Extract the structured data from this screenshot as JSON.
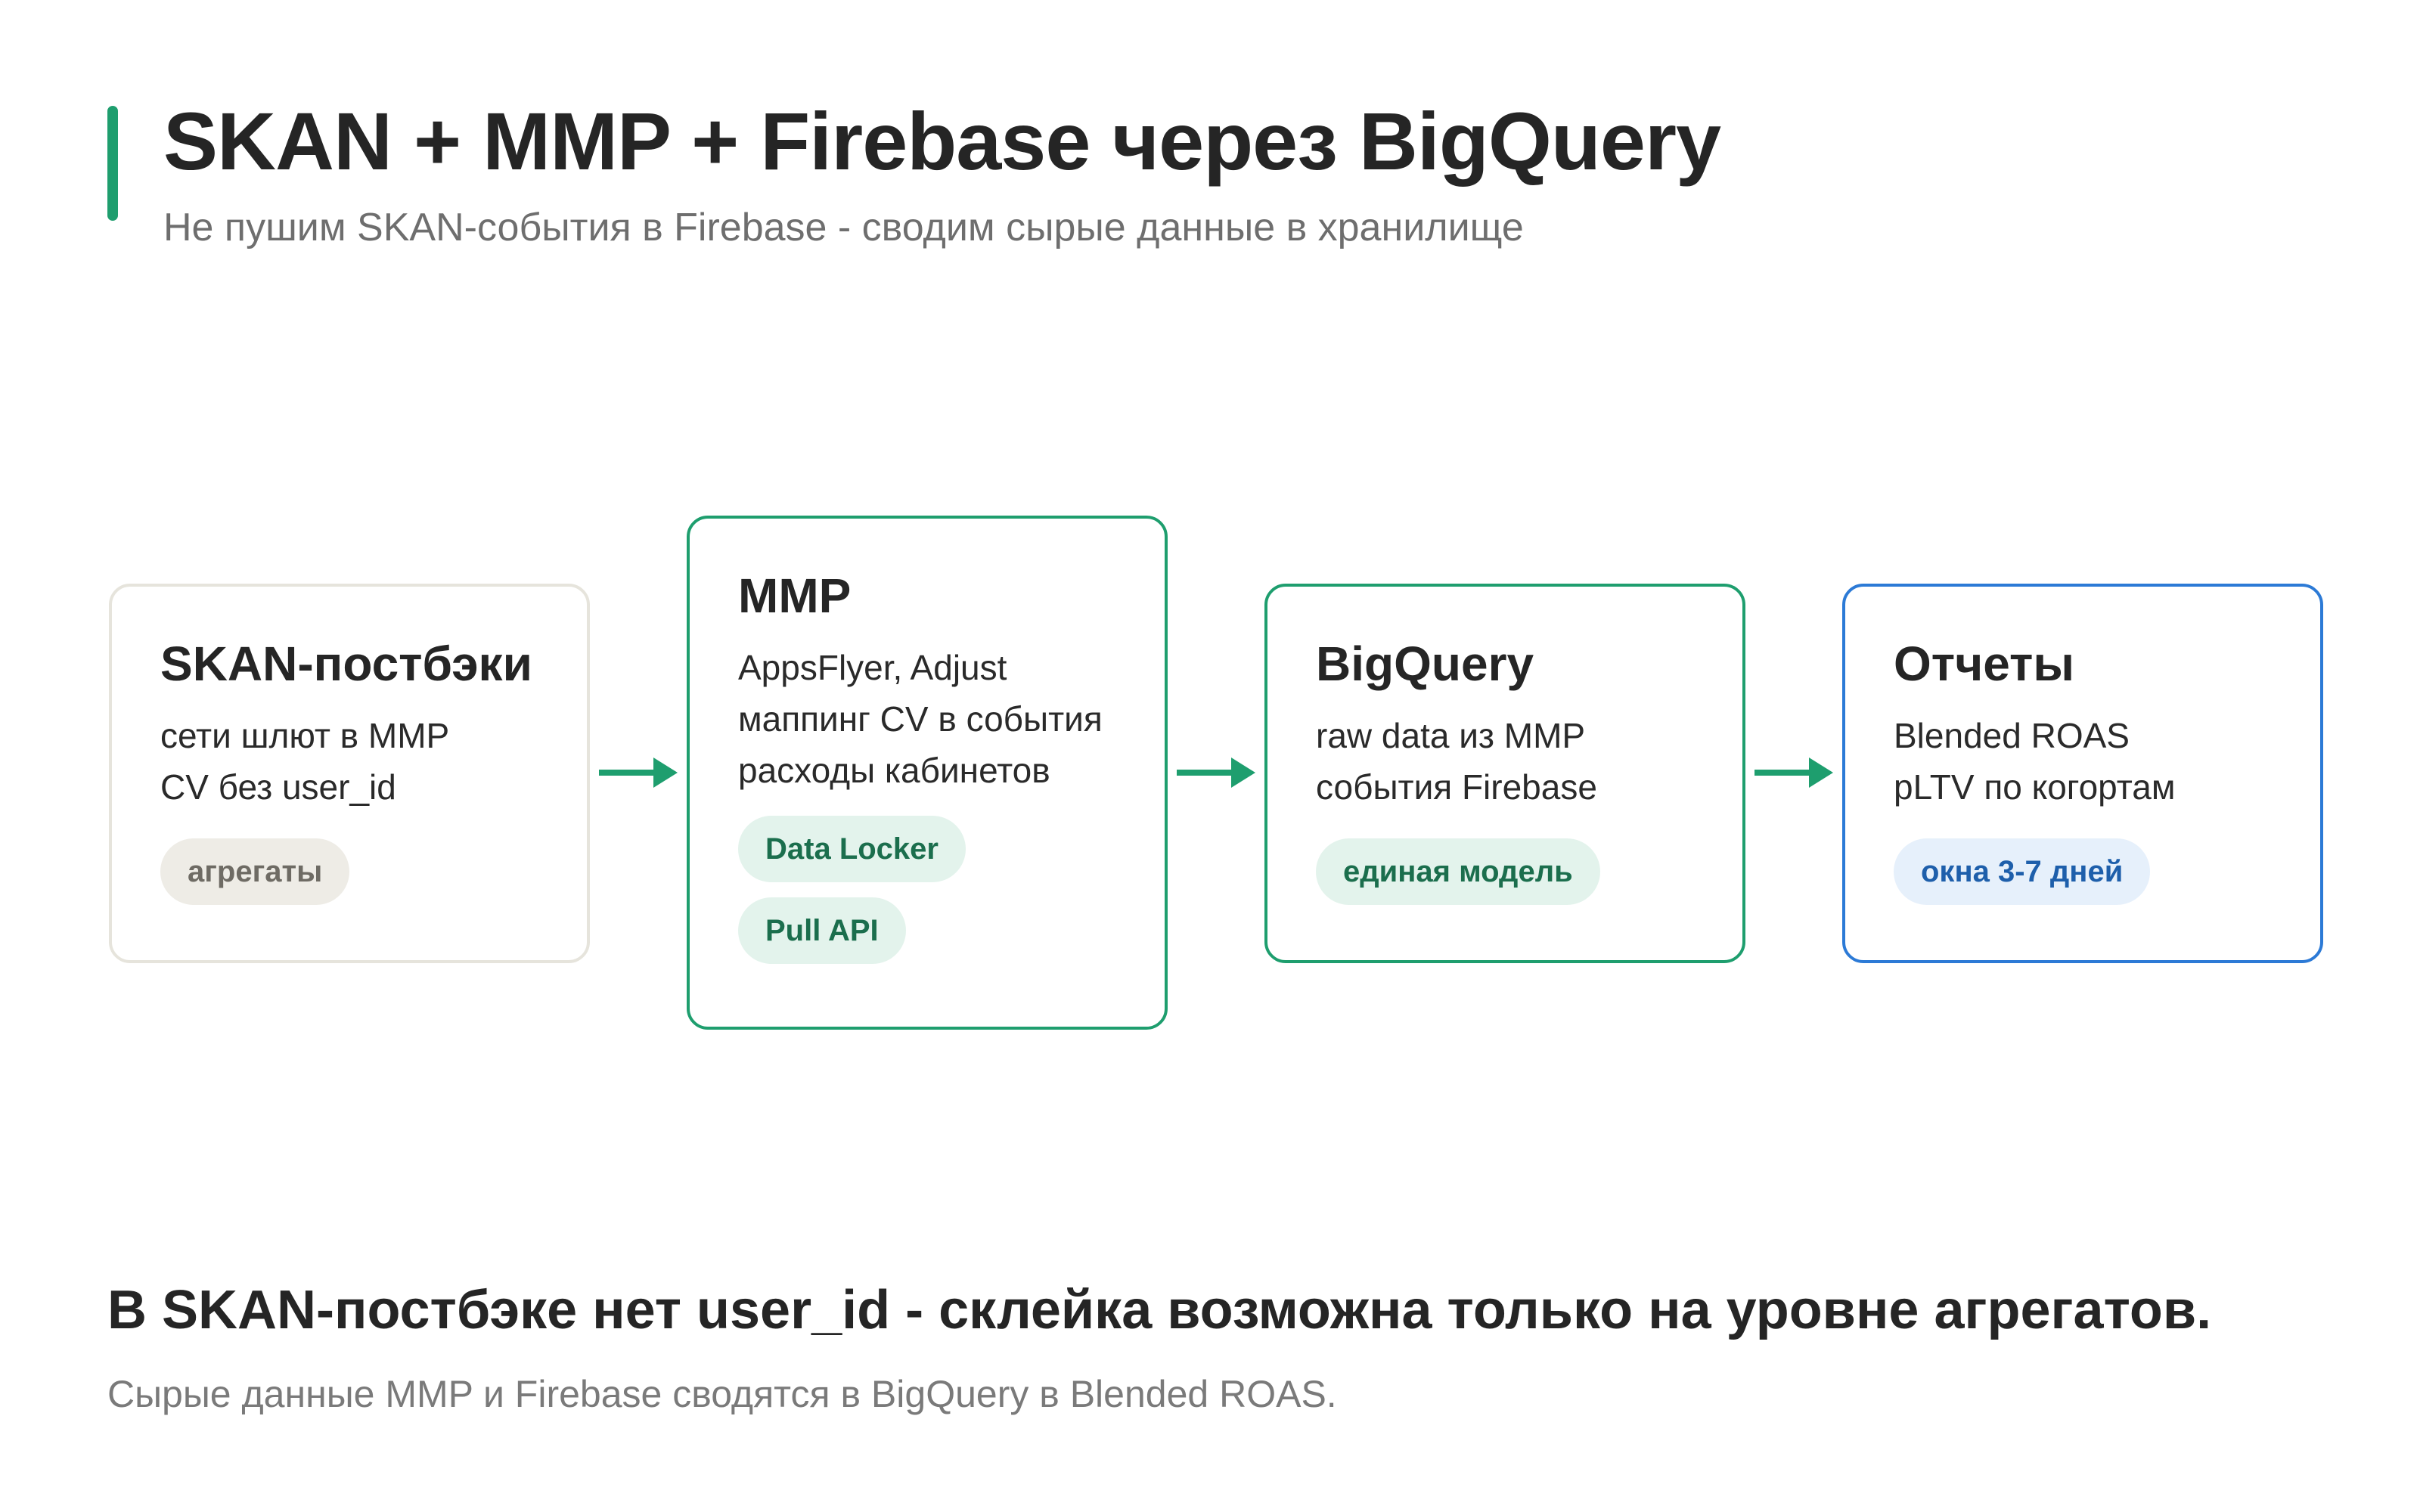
{
  "header": {
    "title": "SKAN + MMP + Firebase через BigQuery",
    "subtitle": "Не пушим SKAN-события в Firebase - сводим сырые данные в хранилище"
  },
  "colors": {
    "accent": "#1e9e6e",
    "neutral_border": "#e6e4dc",
    "blue": "#2c7ad6"
  },
  "flow": {
    "nodes": [
      {
        "title": "SKAN-постбэки",
        "lines": [
          "сети шлют в MMP",
          "CV без user_id"
        ],
        "tags": [
          "агрегаты"
        ]
      },
      {
        "title": "MMP",
        "lines": [
          "AppsFlyer, Adjust",
          "маппинг CV в события",
          "расходы кабинетов"
        ],
        "tags": [
          "Data Locker",
          "Pull API"
        ]
      },
      {
        "title": "BigQuery",
        "lines": [
          "raw data из MMP",
          "события Firebase"
        ],
        "tags": [
          "единая модель"
        ]
      },
      {
        "title": "Отчеты",
        "lines": [
          "Blended ROAS",
          "pLTV по когортам"
        ],
        "tags": [
          "окна 3-7 дней"
        ]
      }
    ]
  },
  "footer": {
    "main": "В SKAN-постбэке нет user_id - склейка возможна только на уровне агрегатов.",
    "sub": "Сырые данные MMP и Firebase сводятся в BigQuery в Blended ROAS."
  }
}
